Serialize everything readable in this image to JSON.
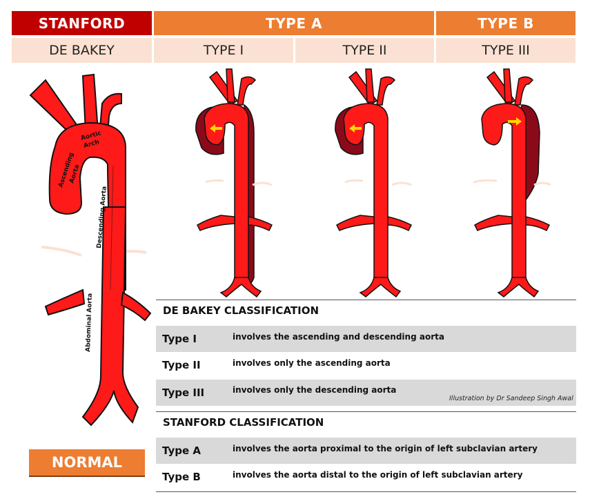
{
  "header": {
    "stanford": "STANFORD",
    "type_a": "TYPE A",
    "type_b": "TYPE B",
    "de_bakey": "DE BAKEY",
    "type_1": "TYPE I",
    "type_2": "TYPE II",
    "type_3": "TYPE III"
  },
  "normal_label": "NORMAL",
  "anatomy_labels": {
    "aortic_arch_1": "Aortic",
    "aortic_arch_2": "Arch",
    "ascending_1": "Ascending",
    "ascending_2": "Aorta",
    "descending": "Descending Aorta",
    "abdominal": "Abdominal Aorta"
  },
  "debakey_classification": {
    "title": "DE BAKEY CLASSIFICATION",
    "rows": [
      {
        "name": "Type I",
        "desc": "involves the ascending and descending aorta"
      },
      {
        "name": "Type II",
        "desc": "involves only the ascending aorta"
      },
      {
        "name": "Type III",
        "desc": "involves only the descending aorta"
      }
    ]
  },
  "stanford_classification": {
    "title": "STANFORD CLASSIFICATION",
    "rows": [
      {
        "name": "Type A",
        "desc": "involves the aorta proximal to the origin of left subclavian artery"
      },
      {
        "name": "Type B",
        "desc": "involves the aorta distal to the origin of left subclavian artery"
      }
    ]
  },
  "credit": "Illustration by Dr Sandeep Singh Awal",
  "colors": {
    "red": "#c00000",
    "orange": "#ed7d31",
    "peach": "#fbe1d3",
    "vessel": "#ff1a1a",
    "false_lumen": "#8b0a1a",
    "arrow": "#ffd700"
  }
}
